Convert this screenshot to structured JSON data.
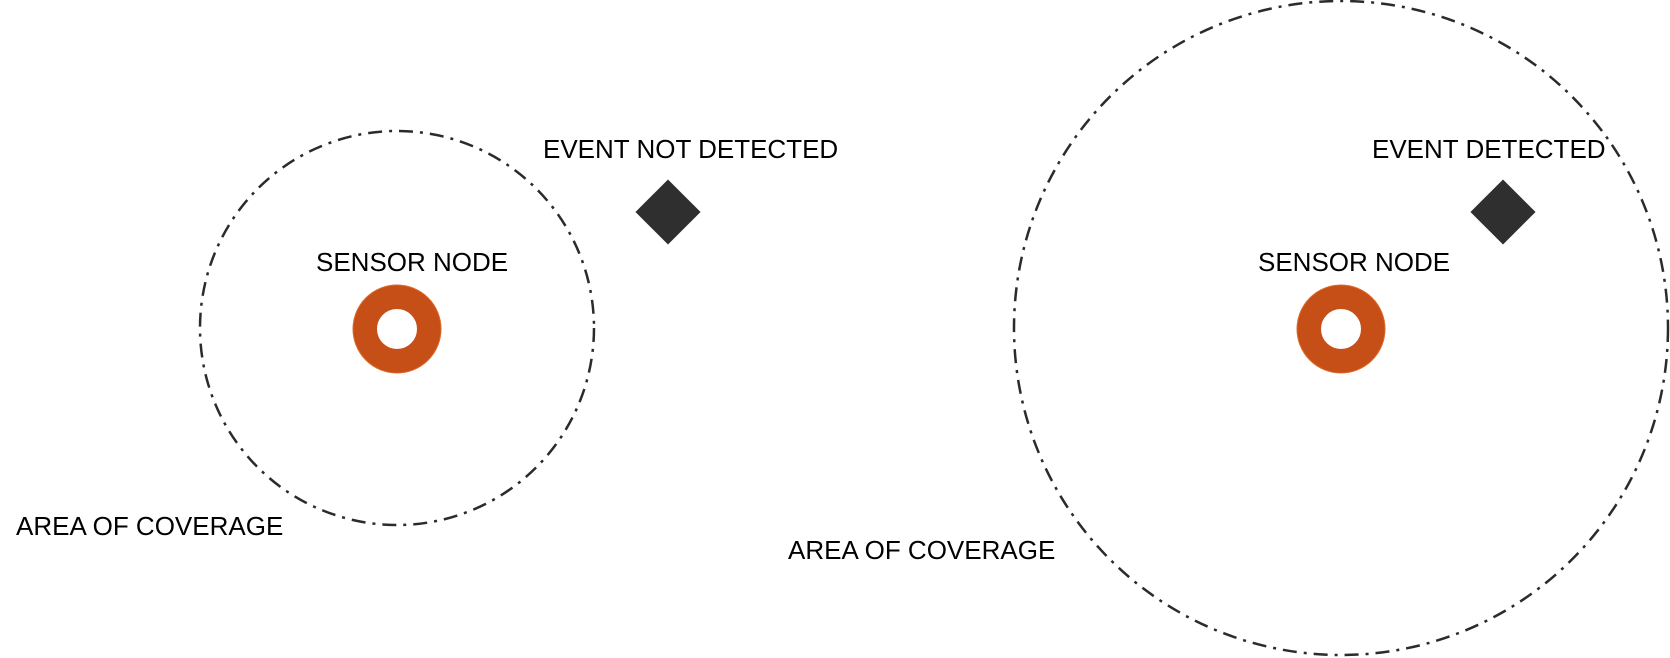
{
  "colors": {
    "node": "#c54f17",
    "node_stroke": "#e06a28",
    "event": "#2f2f2f",
    "coverage": "#2b2b2b",
    "text": "#000000"
  },
  "icons": {
    "node": "ring-icon",
    "event": "diamond-icon"
  },
  "scenarios": [
    {
      "event_label": "EVENT NOT DETECTED",
      "node_label": "SENSOR NODE",
      "coverage_label": "AREA OF COVERAGE",
      "detected": false
    },
    {
      "event_label": "EVENT DETECTED",
      "node_label": "SENSOR NODE",
      "coverage_label": "AREA OF COVERAGE",
      "detected": true
    }
  ]
}
